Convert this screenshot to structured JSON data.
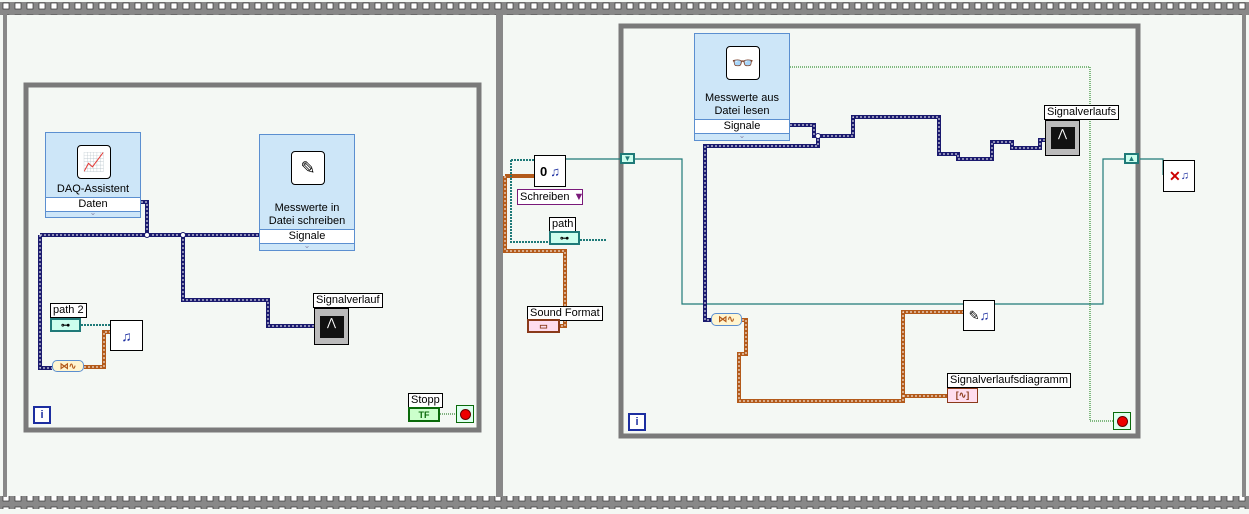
{
  "frame1": {
    "daq_node": {
      "title": "DAQ-Assistent",
      "output": "Daten"
    },
    "write_node": {
      "title_line1": "Messwerte in",
      "title_line2": "Datei schreiben",
      "input": "Signale"
    },
    "path_control": {
      "label": "path 2"
    },
    "graph": {
      "label": "Signalverlauf"
    },
    "stop_control": {
      "label": "Stopp",
      "value": "TF"
    },
    "iteration": "i"
  },
  "frame2": {
    "open_node": {
      "constant": "0"
    },
    "mode_enum": {
      "value": "Schreiben"
    },
    "path_control": {
      "label": "path"
    },
    "format_control": {
      "label": "Sound Format"
    },
    "read_node": {
      "title_line1": "Messwerte aus",
      "title_line2": "Datei lesen",
      "output": "Signale"
    },
    "graph": {
      "label": "Signalverlaufs"
    },
    "chart": {
      "label": "Signalverlaufsdiagramm"
    },
    "iteration": "i"
  },
  "colors": {
    "dynamic_wire": "#1a1a6e",
    "waveform_wire": "#b35a1a",
    "refnum_wire": "#1f7a78",
    "loop_border": "#7a7a7a"
  }
}
